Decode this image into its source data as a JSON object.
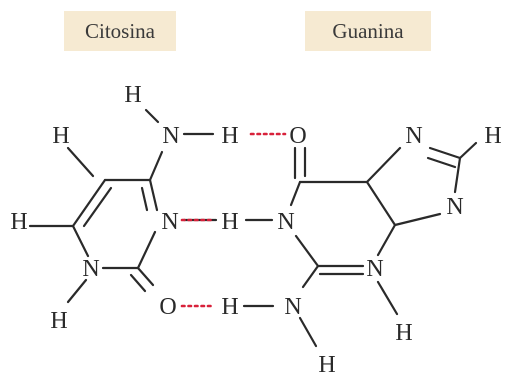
{
  "labels": {
    "cytosine": "Citosina",
    "guanine": "Guanina"
  },
  "atoms": {
    "H": "H",
    "N": "N",
    "O": "O"
  },
  "colors": {
    "label_background": "#f6ead2",
    "hydrogen_bond": "#d8213a",
    "bond": "#2a2a2a"
  }
}
